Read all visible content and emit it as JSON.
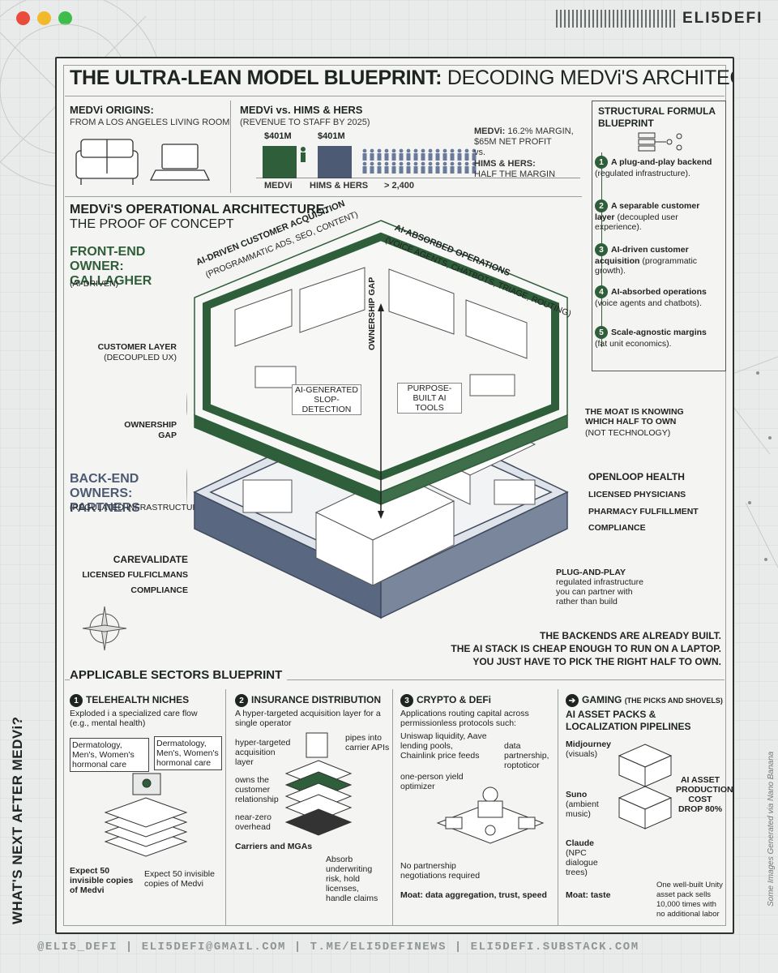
{
  "brand": "ELI5DEFI",
  "title_bold": "THE ULTRA-LEAN MODEL BLUEPRINT:",
  "title_rest": " DECODING MEDVi'S ARCHITECTURE",
  "side_title": "WHAT'S NEXT AFTER MEDVi?",
  "credit": "Some Images Generated via Nano Banana",
  "footer": "@ELI5_DEFI | ELI5DEFI@GMAIL.COM | T.ME/ELI5DEFINEWS | ELI5DEFI.SUBSTACK.COM",
  "origins": {
    "title": "MEDVi ORIGINS:",
    "subtitle": "FROM A LOS ANGELES LIVING ROOM"
  },
  "compare": {
    "title": "MEDVi vs. HIMS & HERS",
    "subtitle": "(REVENUE TO STAFF BY 2025)",
    "left_value": "$401M",
    "right_value": "$401M",
    "left_label": "MEDVi",
    "right_label": "HIMS & HERS",
    "staff": "> 2,400",
    "medvi_bold": "MEDVi:",
    "medvi_text": " 16.2% MARGIN, $65M NET PROFIT",
    "vs": "vs.",
    "hims_bold": "HIMS & HERS:",
    "hims_text": "HALF THE MARGIN"
  },
  "formula": {
    "title": "STRUCTURAL FORMULA BLUEPRINT",
    "items": [
      {
        "num": "1",
        "bold": "A plug-and-play backend",
        "text": " (regulated infrastructure)."
      },
      {
        "num": "2",
        "bold": "A separable customer layer",
        "text": " (decoupled user experience)."
      },
      {
        "num": "3",
        "bold": "AI-driven customer acquisition",
        "text": " (programmatic growth)."
      },
      {
        "num": "4",
        "bold": "AI-absorbed operations",
        "text": " (voice agents and chatbots)."
      },
      {
        "num": "5",
        "bold": "Scale-agnostic margins",
        "text": " (fat unit economics)."
      }
    ]
  },
  "arch": {
    "title": "MEDVi'S OPERATIONAL ARCHITECTURE:",
    "subtitle": "THE PROOF OF CONCEPT",
    "front_title": "FRONT-END OWNER: GALLAGHER",
    "front_sub": "(AI-DRIVEN)",
    "customer_layer": "CUSTOMER LAYER",
    "customer_sub": "(DECOUPLED UX)",
    "ownership": "OWNERSHIP",
    "gap": "GAP",
    "back_title": "BACK-END OWNERS: PARTNERS",
    "back_sub": "(REGULATED INFRASTRUCTURE)",
    "acq_title": "AI-DRIVEN CUSTOMER ACQUISITION",
    "acq_sub": "(PROGRAMMATIC ADS, SEO, CONTENT)",
    "ops_title": "AI-ABSORBED OPERATIONS",
    "ops_sub": "(VOICE AGENTS, CHATBOTS, TRIAGE, ROUTING)",
    "gap_vertical": "OWNERSHIP GAP",
    "slop": "AI-GENERATED SLOP-DETECTION",
    "tools": "PURPOSE-BUILT AI TOOLS",
    "moat_bold": "THE MOAT IS KNOWING WHICH HALF TO OWN",
    "moat_sub": "(NOT TECHNOLOGY)",
    "right_labels": [
      "OPENLOOP HEALTH",
      "LICENSED PHYSICIANS",
      "PHARMACY FULFILLMENT",
      "COMPLIANCE"
    ],
    "left_labels": [
      "CAREVALIDATE",
      "LICENSED FULFICLMANS",
      "COMPLIANCE"
    ],
    "plug_bold": "PLUG-AND-PLAY",
    "plug_text": "regulated infrastructure you can partner with rather than build",
    "closing1": "THE BACKENDS ARE ALREADY BUILT.",
    "closing2": "THE AI STACK IS CHEAP ENOUGH TO RUN ON A LAPTOP.",
    "closing3": "YOU JUST HAVE TO PICK THE RIGHT HALF TO OWN."
  },
  "sectors": {
    "title": "APPLICABLE SECTORS BLUEPRINT",
    "telehealth": {
      "num": "1",
      "title": "TELEHEALTH NICHES",
      "desc": "Exploded i a specialized care flow (e.g., mental health)",
      "box1": "Dermatology, Men's, Women's hormonal care",
      "box2": "Dermatology, Men's, Women's hormonal care",
      "expect_bold": "Expect 50 invisible copies of Medvi",
      "expect_text": "Expect 50 invisible copies of Medvi"
    },
    "insurance": {
      "num": "2",
      "title": "INSURANCE DISTRIBUTION",
      "desc": "A hyper-targeted acquisition layer for a single operator",
      "l1": "hyper-targeted acquisition layer",
      "l2": "owns the customer relationship",
      "l3": "near-zero overhead",
      "l4": "Carriers and MGAs",
      "r1": "pipes into carrier APIs",
      "r2": "Absorb underwriting risk, hold licenses, handle claims"
    },
    "crypto": {
      "num": "3",
      "title": "CRYPTO & DEFi",
      "desc": "Applications routing capital across permissionless protocols such:",
      "l1": "Uniswap liquidity, Aave lending pools, Chainlink price feeds",
      "l2": "one-person yield optimizer",
      "r1": "data partnership, roptoticor",
      "l3": "No partnership negotiations required",
      "moat": "Moat: data aggregation, trust, speed"
    },
    "gaming": {
      "title": "GAMING",
      "title_sub": "(THE PICKS AND SHOVELS)",
      "desc": "AI ASSET PACKS & LOCALIZATION PIPELINES",
      "mj_bold": "Midjourney",
      "mj_text": "(visuals)",
      "suno_bold": "Suno",
      "suno_text": "(ambient music)",
      "claude_bold": "Claude",
      "claude_text": "(NPC dialogue trees)",
      "drop": "AI ASSET PRODUCTION COST DROP 80%",
      "unity": "One well-built Unity asset pack sells 10,000 times with no additional labor",
      "moat": "Moat: taste"
    }
  },
  "colors": {
    "green": "#2f5e3a",
    "slate": "#4c5a73",
    "red": "#e94b3c",
    "yellow": "#f2b92b",
    "lime": "#3fbd4a"
  }
}
